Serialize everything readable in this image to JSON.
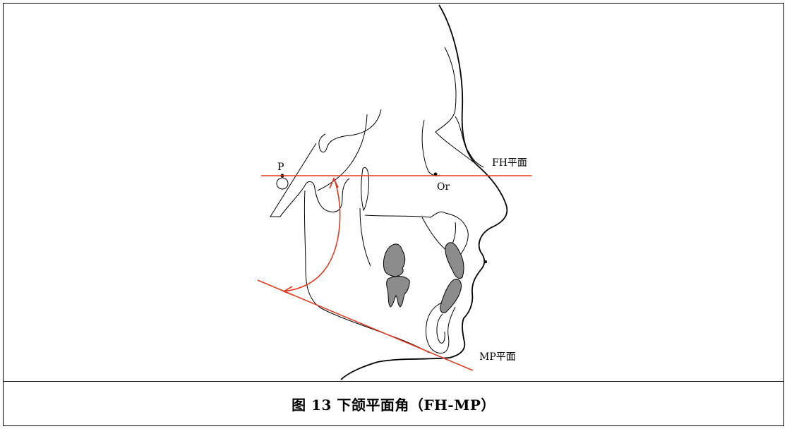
{
  "labels": {
    "p_point": "P",
    "or_point": "Or",
    "fh_plane": "FH平面",
    "mp_plane": "MP平面"
  },
  "caption": {
    "text": "图  13  下颌平面角（FH-MP）"
  },
  "colors": {
    "plane_line": "#e03a22",
    "outline": "#000000",
    "tooth_fill": "#8c8c8c"
  }
}
